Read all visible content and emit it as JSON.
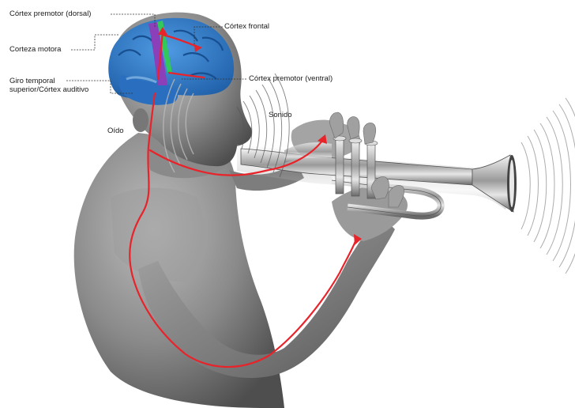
{
  "labels": {
    "premotor_dorsal": "Córtex premotor (dorsal)",
    "frontal": "Córtex frontal",
    "motor": "Corteza motora",
    "premotor_ventral": "Córtex premotor (ventral)",
    "temporal_line1": "Giro temporal",
    "temporal_line2": "superior/Córtex auditivo",
    "ear": "Oído",
    "sound": "Sonido"
  },
  "colors": {
    "pathway": "#e8232a",
    "brain": "#2f7fd1",
    "motor_strip": "#8b3fb8",
    "premotor_strip": "#33c85a",
    "body": "#8e8e8e"
  }
}
